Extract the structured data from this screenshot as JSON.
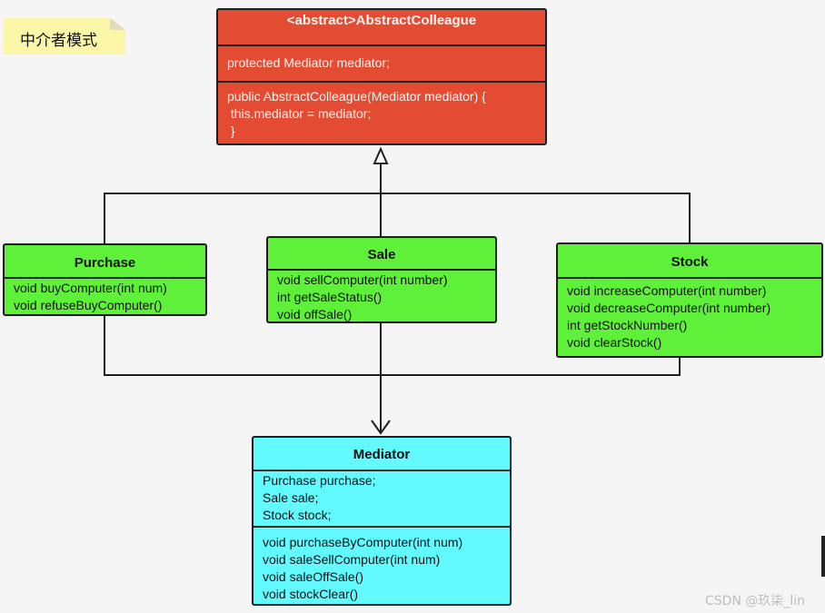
{
  "note": {
    "text": "中介者模式"
  },
  "abstract_colleague": {
    "title": "<abstract>AbstractColleague",
    "fields": [
      "protected Mediator mediator;"
    ],
    "methods": [
      "public AbstractColleague(Mediator mediator) {",
      " this.mediator = mediator;",
      " }"
    ]
  },
  "purchase": {
    "title": "Purchase",
    "methods": [
      "void buyComputer(int num)",
      "void refuseBuyComputer()"
    ]
  },
  "sale": {
    "title": "Sale",
    "methods": [
      "void sellComputer(int number)",
      "int getSaleStatus()",
      "void offSale()"
    ]
  },
  "stock": {
    "title": "Stock",
    "methods": [
      "void increaseComputer(int number)",
      "void decreaseComputer(int number)",
      "int getStockNumber()",
      "void clearStock()"
    ]
  },
  "mediator": {
    "title": "Mediator",
    "fields": [
      "Purchase purchase;",
      "Sale sale;",
      "Stock stock;"
    ],
    "methods": [
      "void purchaseByComputer(int num)",
      "void saleSellComputer(int num)",
      "void saleOffSale()",
      "void stockClear()"
    ]
  },
  "watermark": "CSDN @玖柒_lin",
  "colors": {
    "abstract": "#e34b33",
    "colleague": "#5ff03a",
    "mediator": "#62f9ff",
    "note": "#fbf6a8"
  }
}
